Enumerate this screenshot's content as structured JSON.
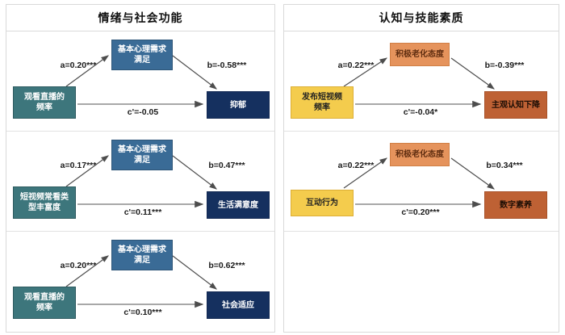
{
  "left_panel": {
    "title": "情绪与社会功能",
    "rows": [
      {
        "predictor": {
          "line1": "观看直播的",
          "line2": "频率"
        },
        "mediator": {
          "line1": "基本心理需求",
          "line2": "满足"
        },
        "outcome": "抑郁",
        "path_a": "a=0.20***",
        "path_b": "b=-0.58***",
        "path_c": "c'=-0.05"
      },
      {
        "predictor": {
          "line1": "短视频常看类",
          "line2": "型丰富度"
        },
        "mediator": {
          "line1": "基本心理需求",
          "line2": "满足"
        },
        "outcome": "生活满意度",
        "path_a": "a=0.17***",
        "path_b": "b=0.47***",
        "path_c": "c'=0.11***"
      },
      {
        "predictor": {
          "line1": "观看直播的",
          "line2": "频率"
        },
        "mediator": {
          "line1": "基本心理需求",
          "line2": "满足"
        },
        "outcome": "社会适应",
        "path_a": "a=0.20***",
        "path_b": "b=0.62***",
        "path_c": "c'=0.10***"
      }
    ]
  },
  "right_panel": {
    "title": "认知与技能素质",
    "rows": [
      {
        "predictor": {
          "line1": "发布短视频",
          "line2": "频率"
        },
        "mediator": {
          "line1": "积极老化态度"
        },
        "outcome": "主观认知下降",
        "path_a": "a=0.22***",
        "path_b": "b=-0.39***",
        "path_c": "c'=-0.04*"
      },
      {
        "predictor": {
          "line1": "互动行为"
        },
        "mediator": {
          "line1": "积极老化态度"
        },
        "outcome": "数字素养",
        "path_a": "a=0.22***",
        "path_b": "b=0.34***",
        "path_c": "c'=0.20***"
      }
    ]
  },
  "colors": {
    "predictor_teal": "#3d767c",
    "mediator_blue": "#3a6b96",
    "outcome_navy": "#15305f",
    "predictor_yellow": "#f4cc4d",
    "mediator_orange": "#e5935c",
    "outcome_rust": "#be6134",
    "grid_line": "#d9d9d9",
    "arrow": "#4d4d4d"
  }
}
